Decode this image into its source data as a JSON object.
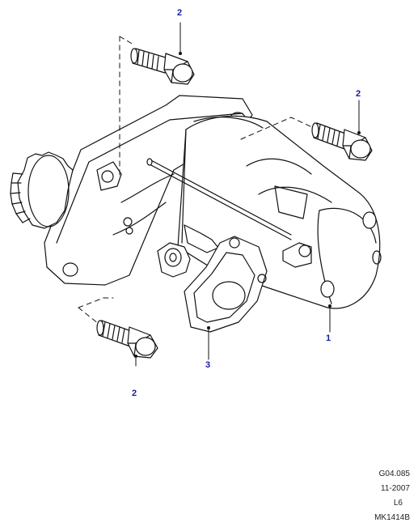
{
  "callouts": {
    "bolt_top": "2",
    "bolt_right": "2",
    "bolt_bottom": "2",
    "starter_motor": "1",
    "solenoid_cover": "3"
  },
  "footer": {
    "figure_ref": "G04.085",
    "date": "11-2007",
    "model": "L6",
    "drawing_id": "MK1414B"
  }
}
